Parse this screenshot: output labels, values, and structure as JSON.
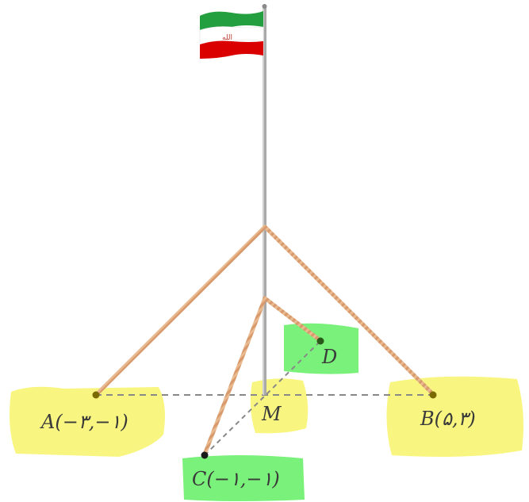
{
  "points": {
    "A": {
      "label": "A(−۳,−۱)"
    },
    "B": {
      "label": "B(۵,۳)"
    },
    "C": {
      "label": "C(−۱,−۱)"
    },
    "D": {
      "label": "D"
    },
    "M": {
      "label": "M"
    }
  },
  "flag": {
    "emblem": "الله"
  },
  "colors": {
    "highlight_yellow": "#f7f46a",
    "highlight_green": "#6cf06c",
    "rope": "#e8b88e",
    "pole": "#9a9a9a",
    "point": "#7a6a00",
    "dashed": "#888888",
    "flag_green": "#239f40",
    "flag_white": "#ffffff",
    "flag_red": "#da0000"
  }
}
